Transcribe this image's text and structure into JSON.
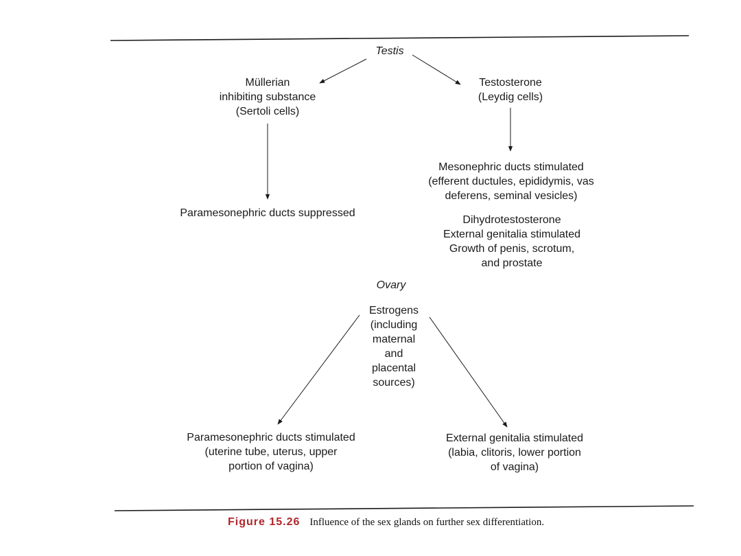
{
  "nodes": {
    "testis": "Testis",
    "mis": [
      "Müllerian",
      "inhibiting substance",
      "(Sertoli cells)"
    ],
    "testosterone": [
      "Testosterone",
      "(Leydig cells)"
    ],
    "para_suppressed": "Paramesonephric ducts suppressed",
    "meso_stimulated": [
      "Mesonephric ducts stimulated",
      "(efferent ductules, epididymis, vas",
      "deferens, seminal vesicles)"
    ],
    "dht": [
      "Dihydrotestosterone",
      "External genitalia stimulated",
      "Growth of penis, scrotum,",
      "and prostate"
    ],
    "ovary": "Ovary",
    "estrogens": [
      "Estrogens",
      "(including",
      "maternal",
      "and",
      "placental",
      "sources)"
    ],
    "para_stimulated": [
      "Paramesonephric ducts stimulated",
      "(uterine tube, uterus, upper",
      "portion of vagina)"
    ],
    "ext_genitalia_female": [
      "External genitalia stimulated",
      "(labia, clitoris, lower portion",
      "of vagina)"
    ]
  },
  "caption": {
    "figure_label": "Figure 15.26",
    "text": "Influence of the sex glands on further sex differentiation."
  },
  "colors": {
    "caption_label": "#b0262b",
    "lines": "#1a1a1a"
  }
}
